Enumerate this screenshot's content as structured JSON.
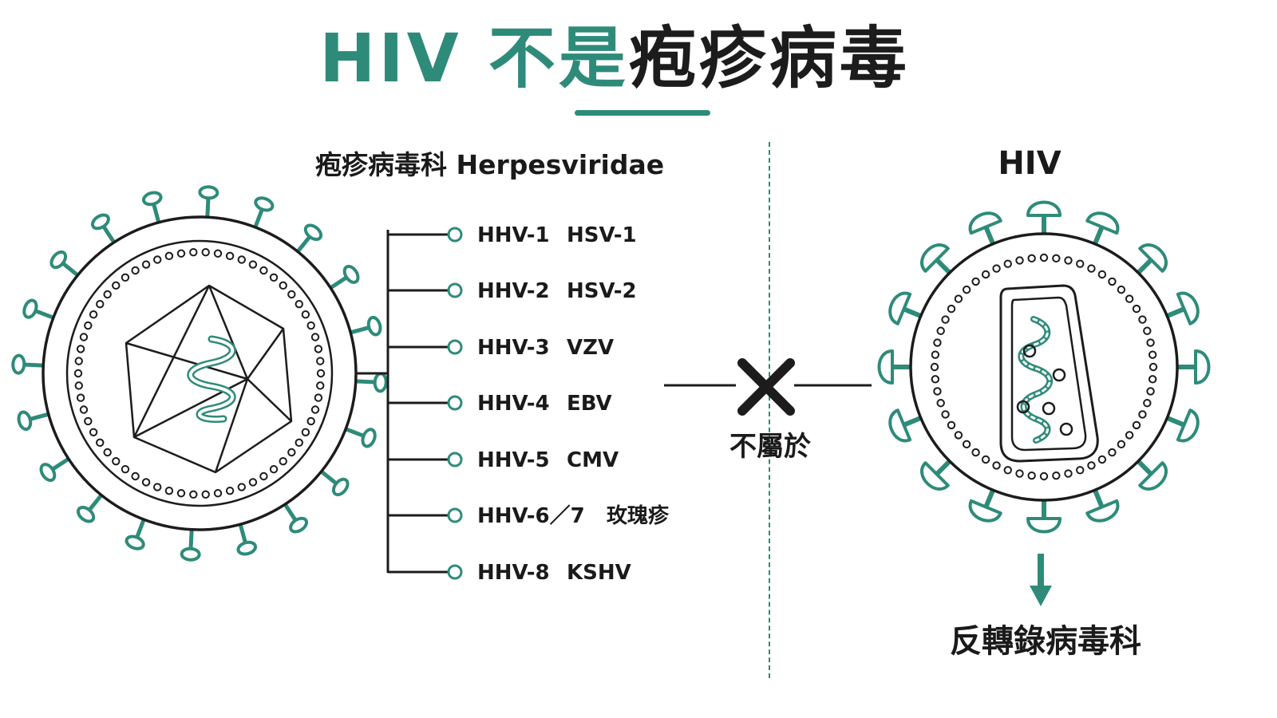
{
  "title": {
    "part1": "HIV",
    "part2": "不是",
    "part3": "疱疹病毒"
  },
  "herpes": {
    "heading": "疱疹病毒科 Herpesviridae",
    "members": [
      {
        "name": "HHV-1",
        "alias": "HSV-1"
      },
      {
        "name": "HHV-2",
        "alias": "HSV-2"
      },
      {
        "name": "HHV-3",
        "alias": "VZV"
      },
      {
        "name": "HHV-4",
        "alias": "EBV"
      },
      {
        "name": "HHV-5",
        "alias": "CMV"
      },
      {
        "name": "HHV-6／7",
        "alias": "玫瑰疹"
      },
      {
        "name": "HHV-8",
        "alias": "KSHV"
      }
    ]
  },
  "relation": {
    "label": "不屬於"
  },
  "hiv": {
    "heading": "HIV",
    "family": "反轉錄病毒科"
  },
  "colors": {
    "accent": "#2e8b79",
    "ink": "#1c1c1c"
  },
  "icons": {
    "herpes_virus": "herpesvirus-particle-icon",
    "hiv_virus": "hiv-particle-icon",
    "cross": "cross-mark-icon",
    "arrow": "down-arrow-icon"
  }
}
